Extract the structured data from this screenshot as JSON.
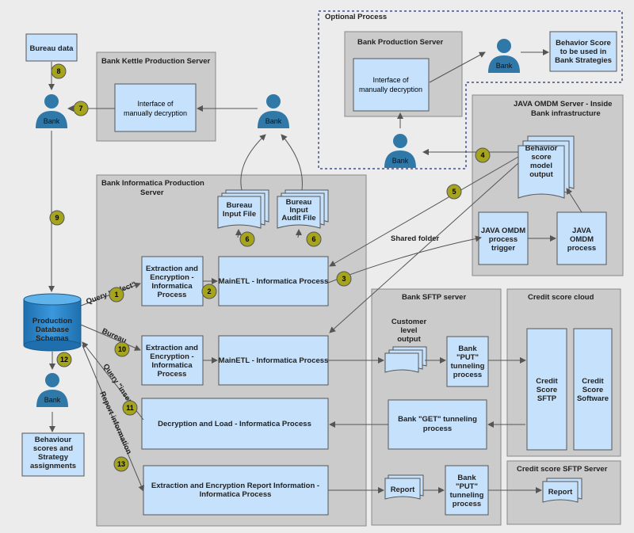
{
  "containers": {
    "optional_process": "Optional Process",
    "bank_production_server": "Bank Production Server",
    "kettle_server": "Bank Kettle Production Server",
    "java_omdm_server": [
      "JAVA OMDM Server - Inside",
      "Bank infrastructure"
    ],
    "informatica_server": [
      "Bank Informatica Production",
      "Server"
    ],
    "sftp_server": "Bank SFTP server",
    "credit_score_cloud": "Credit score cloud",
    "credit_score_sftp_server": "Credit score SFTP Server"
  },
  "boxes": {
    "bureau_data": "Bureau data",
    "behavior_score_use": [
      "Behavior Score",
      "to be used in",
      "Bank Strategies"
    ],
    "opt_manual_decryption": [
      "Interface of",
      "manually decryption"
    ],
    "kettle_manual_decryption": [
      "Interface of",
      "manually decryption"
    ],
    "behavior_model_output": [
      "Behavior",
      "score",
      "model",
      "output"
    ],
    "omdm_trigger": [
      "JAVA OMDM",
      "process",
      "trigger"
    ],
    "omdm_process": [
      "JAVA",
      "OMDM",
      "process"
    ],
    "bureau_input_file": [
      "Bureau",
      "Input File"
    ],
    "bureau_audit_file": [
      "Bureau",
      "Input",
      "Audit File"
    ],
    "extraction_1": [
      "Extraction and",
      "Encryption -",
      "Informatica",
      "Process"
    ],
    "main_etl_1": "MainETL - Informatica Process",
    "extraction_2": [
      "Extraction and",
      "Encryption -",
      "Informatica",
      "Process"
    ],
    "main_etl_2": "MainETL - Informatica Process",
    "decryption_load": "Decryption and Load - Informatica Process",
    "report_extraction": [
      "Extraction and Encryption Report Information -",
      "Informatica Process"
    ],
    "production_db": [
      "Production",
      "Database",
      "Schemas"
    ],
    "customer_level_output": [
      "Customer",
      "level",
      "output"
    ],
    "bank_put_1": [
      "Bank",
      "\"PUT\"",
      "tunneling",
      "process"
    ],
    "bank_get": [
      "Bank \"GET\" tunneling",
      "process"
    ],
    "report_file": "Report",
    "bank_put_2": [
      "Bank",
      "\"PUT\"",
      "tunneling",
      "process"
    ],
    "credit_score_sftp": [
      "Credit",
      "Score",
      "SFTP"
    ],
    "credit_score_software": [
      "Credit",
      "Score",
      "Software"
    ],
    "cloud_report": "Report",
    "behaviour_assignments": [
      "Behaviour",
      "scores and",
      "Strategy",
      "assignments"
    ]
  },
  "actors": {
    "bank_label": "Bank"
  },
  "edge_labels": {
    "query_select": "Query \"select\"",
    "bureau": "Bureau",
    "query_insert": "Query \"insert\"",
    "report_information": "Report information",
    "shared_folder": "Shared folder"
  },
  "steps": [
    "1",
    "2",
    "3",
    "4",
    "5",
    "6",
    "6",
    "7",
    "8",
    "9",
    "10",
    "11",
    "12",
    "13"
  ],
  "colors": {
    "background": "#ececec",
    "container_fill": "#cbcbcb",
    "box_fill": "#c6e1fb",
    "box_stroke": "#555555",
    "step_badge": "#a5a41c",
    "actor": "#2f78a8",
    "db_fill": "#2a84c6",
    "dashed": "#1f2f7a"
  }
}
